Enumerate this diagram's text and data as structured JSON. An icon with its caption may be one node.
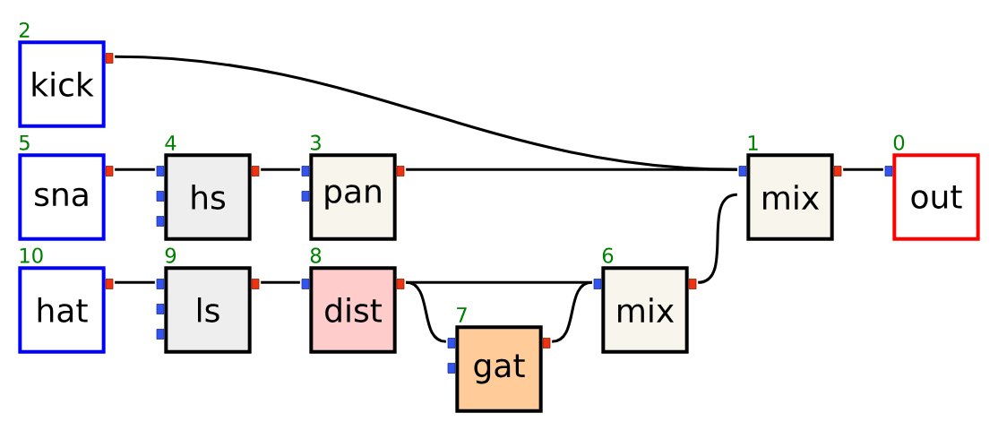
{
  "diagram": {
    "nodes": [
      {
        "text": [
          "kick"
        ],
        "beside": [
          "2"
        ]
      },
      {
        "text": [
          "sna"
        ],
        "beside": [
          "5"
        ]
      },
      {
        "text": [
          "hs"
        ],
        "beside": [
          "4"
        ]
      },
      {
        "text": [
          "pan"
        ],
        "beside": [
          "3"
        ]
      },
      {
        "text": [
          "mix"
        ],
        "beside": [
          "1"
        ]
      },
      {
        "text": [
          "out"
        ],
        "beside": [
          "0"
        ]
      },
      {
        "text": [
          "hat"
        ],
        "beside": [
          "10"
        ]
      },
      {
        "text": [
          "ls"
        ],
        "beside": [
          "9"
        ]
      },
      {
        "text": [
          "dist"
        ],
        "beside": [
          "8"
        ]
      },
      {
        "text": [
          "mix"
        ],
        "beside": [
          "6"
        ]
      },
      {
        "text": [
          "gat"
        ],
        "beside": [
          "7"
        ]
      }
    ],
    "edges": [
      {
        "from": 0,
        "to": 4,
        "arrow": "none"
      },
      {
        "from": 1,
        "to": 2,
        "arrow": "none"
      },
      {
        "from": 2,
        "to": 3,
        "arrow": "none"
      },
      {
        "from": 3,
        "to": 4,
        "arrow": "none"
      },
      {
        "from": 4,
        "to": 5,
        "arrow": "none"
      },
      {
        "from": 6,
        "to": 7,
        "arrow": "none"
      },
      {
        "from": 7,
        "to": 8,
        "arrow": "none"
      },
      {
        "from": 8,
        "to": 9,
        "arrow": "none"
      },
      {
        "from": 8,
        "to": 10,
        "arrow": "none"
      },
      {
        "from": 10,
        "to": 9,
        "arrow": "none"
      },
      {
        "from": 9,
        "to": 4,
        "arrow": "none"
      }
    ]
  }
}
